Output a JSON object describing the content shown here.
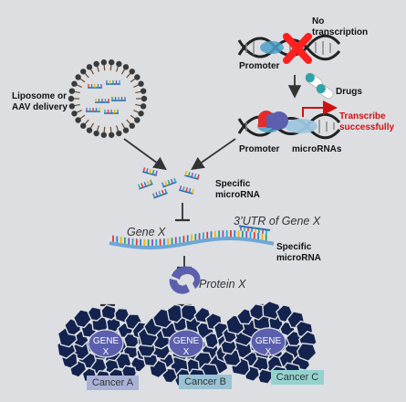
{
  "labels": {
    "no_transcription": "No\ntranscription",
    "promoter_top": "Promoter",
    "drugs": "Drugs",
    "liposome": "Liposome or\nAAV delivery",
    "transcribe": "Transcribe\nsuccessfully",
    "promoter_mid": "Promoter",
    "micrornas": "microRNAs",
    "specific_mirna_1": "Specific\nmicroRNA",
    "gene_x": "Gene X",
    "utr": "3’UTR of Gene X",
    "specific_mirna_2": "Specific\nmicroRNA",
    "protein_x": "Protein X"
  },
  "cells": [
    {
      "gene": "GENE\nX",
      "cancer": "Cancer A",
      "color": "#a9b1d6"
    },
    {
      "gene": "GENE\nX",
      "cancer": "Cancer B",
      "color": "#99c3d4"
    },
    {
      "gene": "GENE\nX",
      "cancer": "Cancer C",
      "color": "#93d2cf"
    }
  ],
  "colors": {
    "background": "#dcdee2",
    "red": "#d01010",
    "tumor": "#13234d",
    "nucleus": "#5b5fae",
    "protein": "#5b5fae"
  }
}
